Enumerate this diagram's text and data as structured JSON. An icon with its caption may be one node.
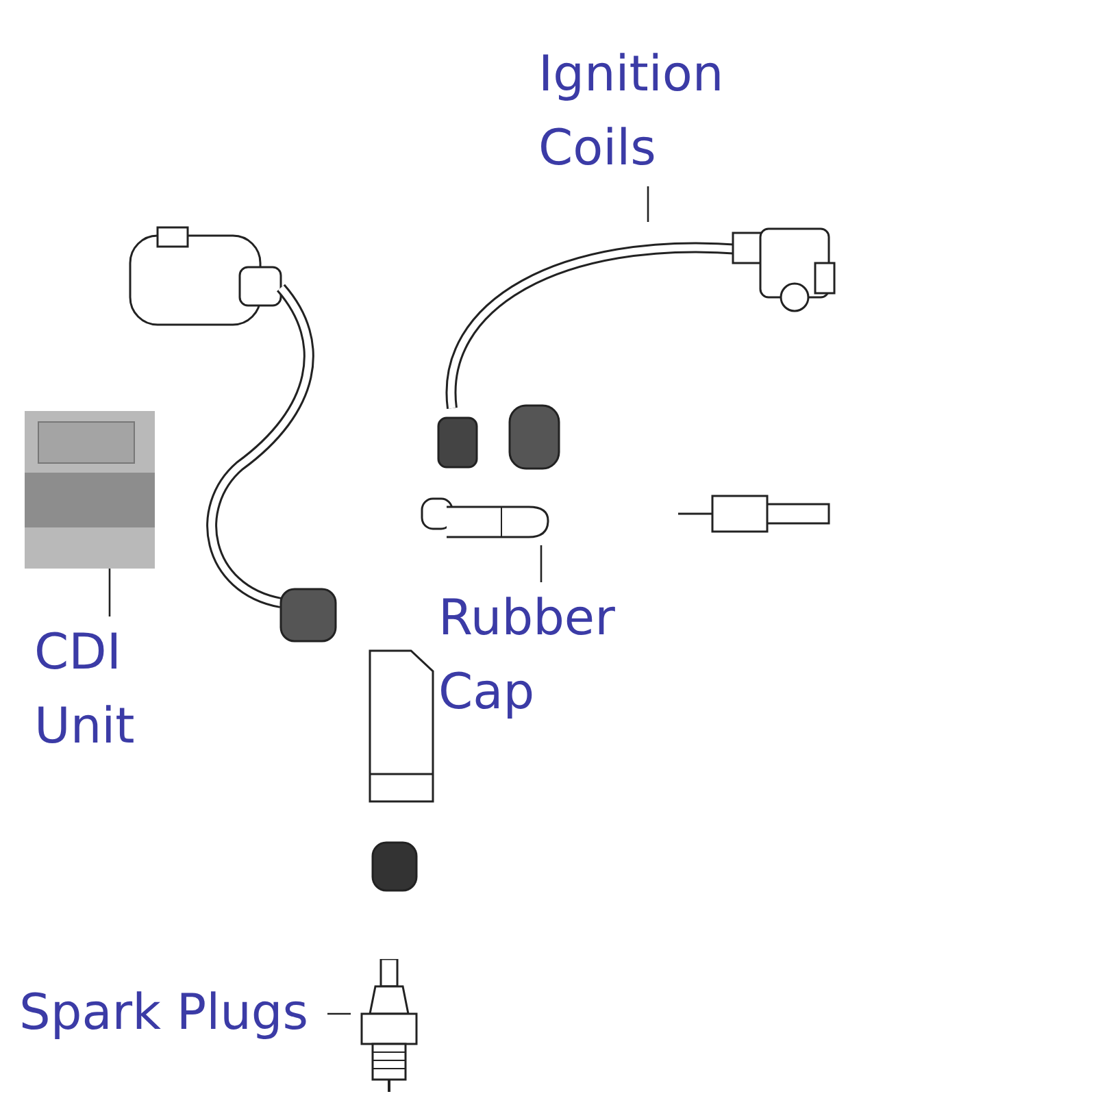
{
  "diagram": {
    "nodes": [
      {
        "text": [
          "Ignition Coils"
        ]
      },
      {
        "text": [],
        "shape": "picture"
      },
      {
        "text": [
          "CDI Unit"
        ]
      },
      {
        "text": [],
        "shape": "picture"
      },
      {
        "text": [
          "Rubber Cap"
        ]
      },
      {
        "text": [],
        "shape": "picture"
      },
      {
        "text": [
          "Spark Plugs"
        ]
      },
      {
        "text": [],
        "shape": "picture"
      }
    ],
    "edges": [
      {
        "from": 0,
        "to": 1,
        "arrow": "none"
      },
      {
        "from": 2,
        "to": 3,
        "arrow": "none"
      },
      {
        "from": 4,
        "to": 5,
        "arrow": "none"
      },
      {
        "from": 6,
        "to": 7,
        "arrow": "none"
      }
    ]
  }
}
